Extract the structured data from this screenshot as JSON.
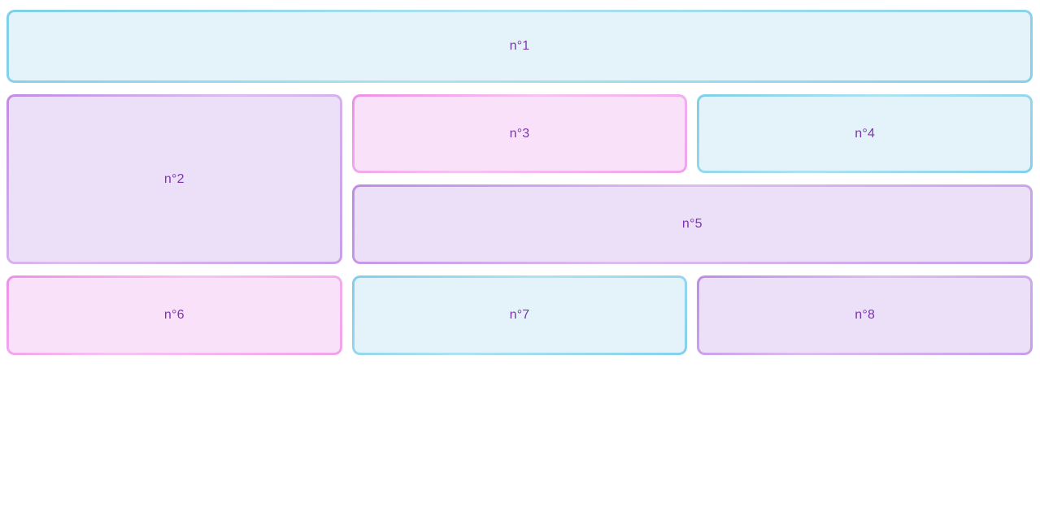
{
  "page": {
    "background": "#ffffff"
  },
  "boxes": [
    {
      "label": "n°1",
      "variant": "blue"
    },
    {
      "label": "n°2",
      "variant": "purple"
    },
    {
      "label": "n°3",
      "variant": "pink"
    },
    {
      "label": "n°4",
      "variant": "blue"
    },
    {
      "label": "n°5",
      "variant": "purple"
    },
    {
      "label": "n°6",
      "variant": "pink"
    },
    {
      "label": "n°7",
      "variant": "blue"
    },
    {
      "label": "n°8",
      "variant": "purple"
    }
  ],
  "colors": {
    "label_text": "#7d35ad",
    "blue_background": "#e4f2f9",
    "blue_border": "#86d0e9",
    "purple_background": "#ecdff8",
    "purple_border": "#c79fe8",
    "pink_background": "#f9e1f9",
    "pink_border": "#f0a2ec"
  }
}
